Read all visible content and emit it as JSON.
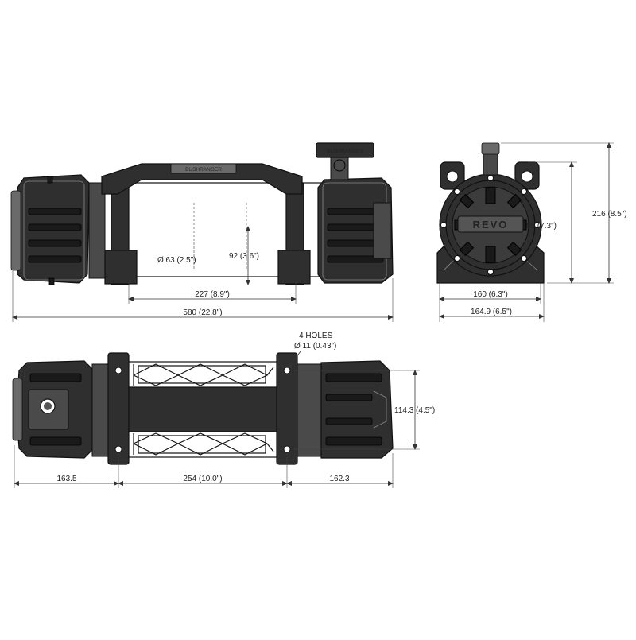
{
  "labels": {
    "rope_diameter": "Ø 63 (2.5\")",
    "rope_height": "92 (3.6\")",
    "drum_length": "227 (8.9\")",
    "overall_length": "580 (22.8\")",
    "height_185": "185 (7.3\")",
    "height_216": "216 (8.5\")",
    "width_160": "160 (6.3\")",
    "width_164": "164.9 (6.5\")",
    "holes_title": "4 HOLES",
    "holes_dia": "Ø 11 (0.43\")",
    "bolt_spacing_vertical": "114.3 (4.5\")",
    "left_offset": "163.5",
    "bolt_spacing": "254 (10.0\")",
    "right_offset": "162.3",
    "remote_brand": "BUSHRANGER",
    "handle_brand": "BUSHRANGER",
    "end_brand": "REVO"
  },
  "colors": {
    "body": "#2f2f2f",
    "line": "#333333",
    "background": "#ffffff"
  }
}
